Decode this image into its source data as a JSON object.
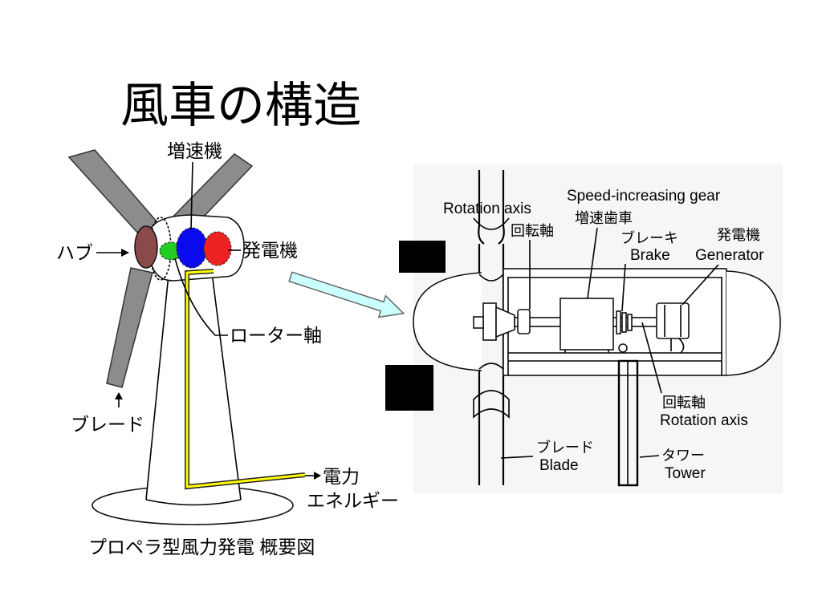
{
  "title": "風車の構造",
  "left_diagram": {
    "labels": {
      "gearbox": "増速機",
      "hub": "ハブ",
      "generator": "発電機",
      "rotor_shaft": "ローター軸",
      "blade": "ブレード",
      "power": "電力",
      "energy": "エネルギー"
    },
    "caption": "プロペラ型風力発電 概要図",
    "colors": {
      "blade": "#8c8c8c",
      "hub": "#8b4a4a",
      "shaft": "#22cc22",
      "gearbox": "#0a0aee",
      "generator": "#ee2222",
      "power_line": "#ffff00",
      "flow_arrow": "#ccffff"
    }
  },
  "right_diagram": {
    "labels": {
      "rotation_axis_en_top": "Rotation axis",
      "rotation_axis_ja_top": "回転軸",
      "gear_en": "Speed-increasing gear",
      "gear_ja": "増速歯車",
      "brake_ja": "ブレーキ",
      "brake_en": "Brake",
      "generator_ja": "発電機",
      "generator_en": "Generator",
      "rotation_axis_ja_bottom": "回転軸",
      "rotation_axis_en_bottom": "Rotation axis",
      "blade_ja": "ブレード",
      "blade_en": "Blade",
      "tower_ja": "タワー",
      "tower_en": "Tower"
    }
  }
}
